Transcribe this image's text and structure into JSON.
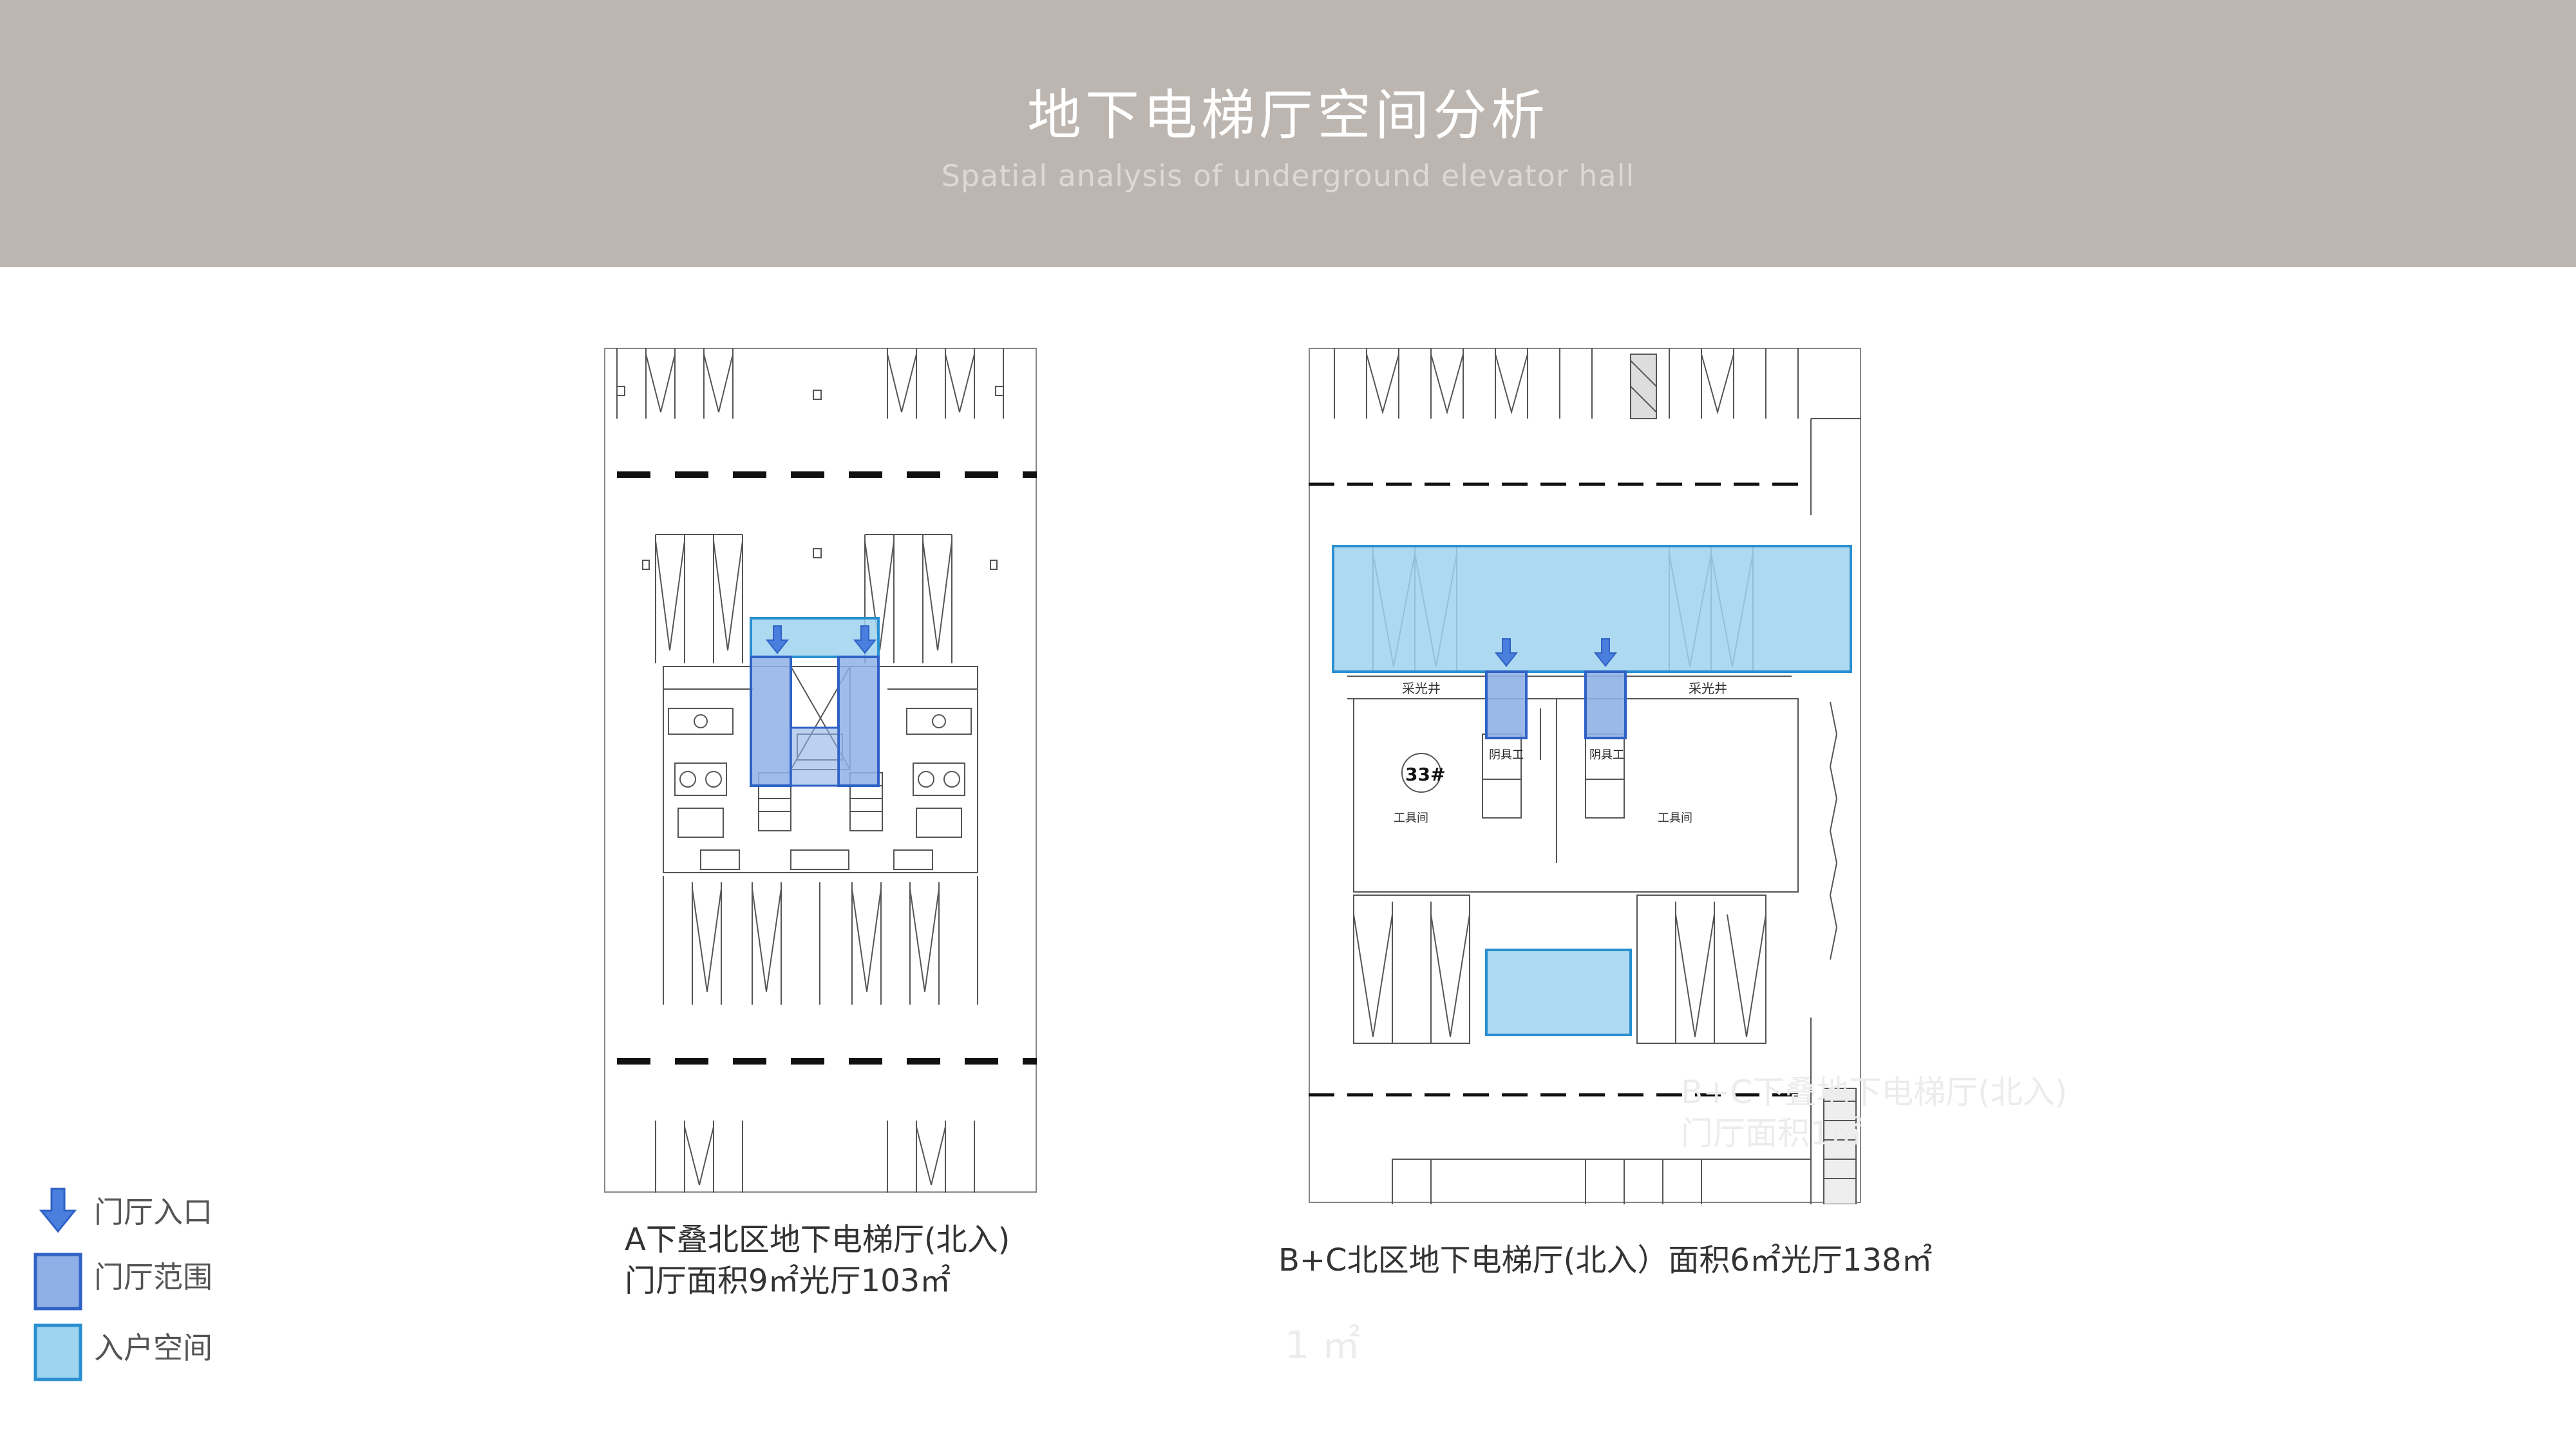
{
  "header": {
    "title": "地下电梯厅空间分析",
    "subtitle": "Spatial analysis of underground elevator hall"
  },
  "plan_a": {
    "caption_line1": "A下叠北区地下电梯厅(北入)",
    "caption_line2": "门厅面积9㎡光厅103㎡"
  },
  "plan_bc": {
    "caption": "B+C北区地下电梯厅(北入）面积6㎡光厅138㎡",
    "building_no": "33#",
    "room_light_well": "采光井",
    "room_tool": "工具间",
    "room_elevator": "阴具工",
    "ghost_line1": "B+C下叠地下电梯厅(北入)",
    "ghost_line2": "门厅面积1㎡",
    "ghost_area": "1 ㎡"
  },
  "legend": {
    "entrance": "门厅入口",
    "lobby_range": "门厅范围",
    "entry_space": "入户空间"
  },
  "colors": {
    "header_bg": "#bdb6b0",
    "lobby_fill": "#8fb0e6",
    "lobby_stroke": "#2f62c6",
    "entry_fill": "#9fd4ee",
    "entry_stroke": "#2a8fd0",
    "arrow": "#4a7fdd"
  }
}
